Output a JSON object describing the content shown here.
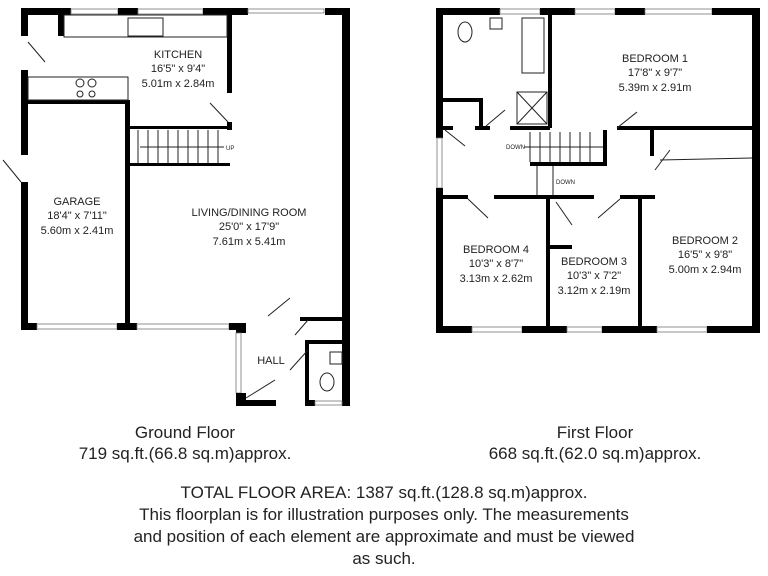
{
  "ground_floor": {
    "rooms": [
      {
        "name": "KITCHEN",
        "imperial": "16'5\" x 9'4\"",
        "metric": "5.01m x 2.84m"
      },
      {
        "name": "GARAGE",
        "imperial": "18'4\" x 7'11\"",
        "metric": "5.60m x 2.41m"
      },
      {
        "name": "LIVING/DINING ROOM",
        "imperial": "25'0\" x 17'9\"",
        "metric": "7.61m x 5.41m"
      },
      {
        "name": "HALL"
      }
    ],
    "stairs_label": "UP",
    "title": "Ground Floor",
    "area": "719 sq.ft.(66.8 sq.m)approx."
  },
  "first_floor": {
    "rooms": [
      {
        "name": "BEDROOM 1",
        "imperial": "17'8\" x 9'7\"",
        "metric": "5.39m x 2.91m"
      },
      {
        "name": "BEDROOM 4",
        "imperial": "10'3\" x 8'7\"",
        "metric": "3.13m x 2.62m"
      },
      {
        "name": "BEDROOM 3",
        "imperial": "10'3\" x 7'2\"",
        "metric": "3.12m x 2.19m"
      },
      {
        "name": "BEDROOM 2",
        "imperial": "16'5\" x 9'8\"",
        "metric": "5.00m x 2.94m"
      }
    ],
    "stairs_label_1": "DOWN",
    "stairs_label_2": "DOWN",
    "title": "First Floor",
    "area": "668 sq.ft.(62.0 sq.m)approx."
  },
  "footer": {
    "total": "TOTAL FLOOR AREA: 1387 sq.ft.(128.8 sq.m)approx.",
    "disclaimer_1": "This floorplan is for illustration purposes only. The measurements",
    "disclaimer_2": "and position of each element are approximate and must be viewed",
    "disclaimer_3": "as such."
  }
}
